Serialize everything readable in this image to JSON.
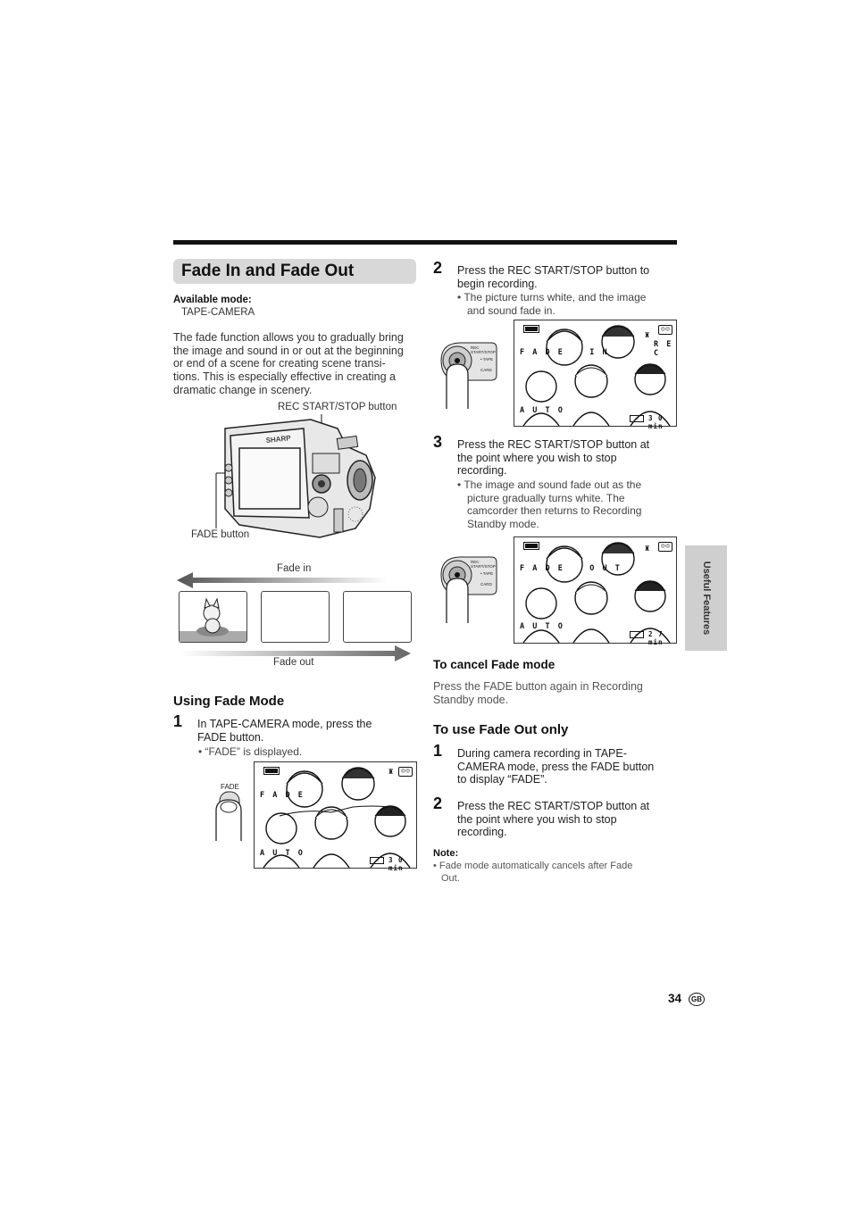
{
  "section_title": "Fade In and Fade Out",
  "available_mode": {
    "label": "Available mode:",
    "value": "TAPE-CAMERA"
  },
  "intro": [
    "The fade function allows you to gradually bring",
    "the image and sound in or out at the beginning",
    "or end of a scene for creating scene transi-",
    "tions. This is especially effective in creating a",
    "dramatic change in scenery."
  ],
  "camera_figure": {
    "rec_label": "REC START/STOP button",
    "fade_label": "FADE button",
    "brand": "SHARP"
  },
  "fade_diagram": {
    "fade_in": "Fade in",
    "fade_out": "Fade out"
  },
  "using": {
    "heading": "Using Fade Mode",
    "step1": {
      "num": "1",
      "lines": [
        "In TAPE-CAMERA mode, press the",
        "FADE button."
      ],
      "bullet": "• “FADE” is displayed.",
      "button_label": "FADE"
    }
  },
  "screens": [
    {
      "top": "F A D E",
      "rec": "",
      "bottom": "A U T O",
      "time": "3 0 min"
    },
    {
      "top": "F A D E    I N",
      "rec": "R E C",
      "bottom": "A U T O",
      "time": "3 0 min"
    },
    {
      "top": "F A D E    O U T",
      "rec": "",
      "bottom": "A U T O",
      "time": "2 7 min"
    }
  ],
  "rec_button_labels": [
    "REC",
    "START/STOP",
    "• TAPE",
    "CARD"
  ],
  "step2": {
    "num": "2",
    "lines": [
      "Press the REC START/STOP button to",
      "begin recording."
    ],
    "bullets": [
      "• The picture turns white, and the image",
      "and sound fade in."
    ]
  },
  "step3": {
    "num": "3",
    "lines": [
      "Press the REC START/STOP button at",
      "the point where you wish to stop",
      "recording."
    ],
    "bullets": [
      "• The image and sound fade out as the",
      "picture gradually turns white. The",
      "camcorder then returns to Recording",
      "Standby mode."
    ]
  },
  "cancel": {
    "heading": "To cancel Fade mode",
    "lines": [
      "Press the FADE button again in Recording",
      "Standby mode."
    ]
  },
  "fade_out_only": {
    "heading": "To use Fade Out only",
    "step1": {
      "num": "1",
      "lines": [
        "During camera recording in TAPE-",
        "CAMERA mode, press the FADE button",
        "to display “FADE”."
      ]
    },
    "step2": {
      "num": "2",
      "lines": [
        "Press the REC START/STOP button at",
        "the point where you wish to stop",
        "recording."
      ]
    }
  },
  "note": {
    "label": "Note:",
    "lines": [
      "• Fade mode automatically cancels after Fade",
      "Out."
    ]
  },
  "side_tab": "Useful Features",
  "page_number": "34",
  "region_badge": "GB"
}
